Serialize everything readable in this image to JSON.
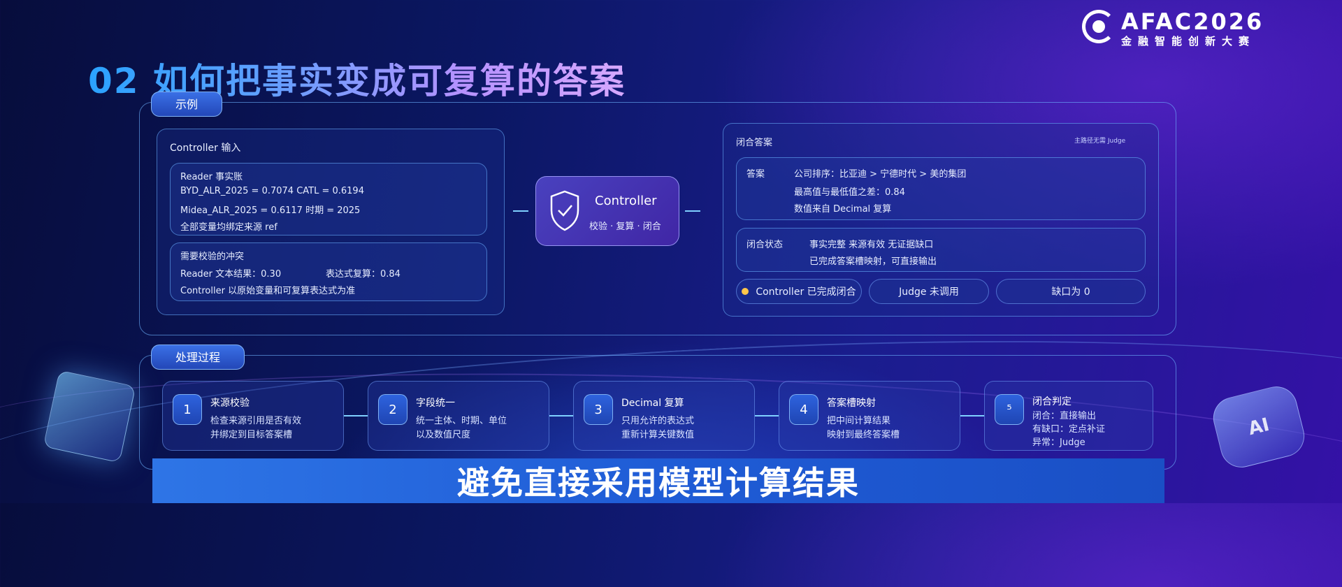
{
  "logo": {
    "name": "AFAC2026",
    "subtitle": "金融智能创新大赛"
  },
  "page_title": "02 如何把事实变成可复算的答案",
  "example": {
    "tag": "示例",
    "controller_input": {
      "title": "Controller 输入",
      "reader_ledger": {
        "title": "Reader 事实账",
        "line1": "BYD_ALR_2025 = 0.7074   CATL = 0.6194",
        "line2": "Midea_ALR_2025 = 0.6117   时期 = 2025",
        "line3": "全部变量均绑定来源 ref"
      },
      "conflict": {
        "title": "需要校验的冲突",
        "reader_result": "Reader 文本结果：0.30",
        "expr_result": "表达式复算：0.84",
        "note": "Controller 以原始变量和可复算表达式为准"
      }
    },
    "controller": {
      "title": "Controller",
      "subtitle": "校验 · 复算 · 闭合"
    },
    "closed_answer": {
      "title": "闭合答案",
      "note": "主路径无需 Judge",
      "answer": {
        "label": "答案",
        "line1": "公司排序：比亚迪  >  宁德时代  >  美的集团",
        "line2": "最高值与最低值之差：0.84",
        "line3": "数值来自 Decimal 复算"
      },
      "status": {
        "label": "闭合状态",
        "line1": "事实完整    来源有效    无证据缺口",
        "line2": "已完成答案槽映射，可直接输出"
      },
      "pills": [
        "Controller 已完成闭合",
        "Judge 未调用",
        "缺口为 0"
      ],
      "pill_dot_color": "#ffc64a"
    }
  },
  "process": {
    "tag": "处理过程",
    "steps": [
      {
        "num": "1",
        "title": "来源校验",
        "desc1": "检查来源引用是否有效",
        "desc2": "并绑定到目标答案槽",
        "desc3": ""
      },
      {
        "num": "2",
        "title": "字段统一",
        "desc1": "统一主体、时期、单位",
        "desc2": "以及数值尺度",
        "desc3": ""
      },
      {
        "num": "3",
        "title": "Decimal 复算",
        "desc1": "只用允许的表达式",
        "desc2": "重新计算关键数值",
        "desc3": ""
      },
      {
        "num": "4",
        "title": "答案槽映射",
        "desc1": "把中间计算结果",
        "desc2": "映射到最终答案槽",
        "desc3": ""
      },
      {
        "num": "⁵",
        "title": "闭合判定",
        "desc1": "闭合：直接输出",
        "desc2": "有缺口：定点补证",
        "desc3": "异常：Judge"
      }
    ]
  },
  "banner": "避免直接采用模型计算结果",
  "colors": {
    "accent": "#2e63de",
    "connector": "#7fd0ff"
  }
}
